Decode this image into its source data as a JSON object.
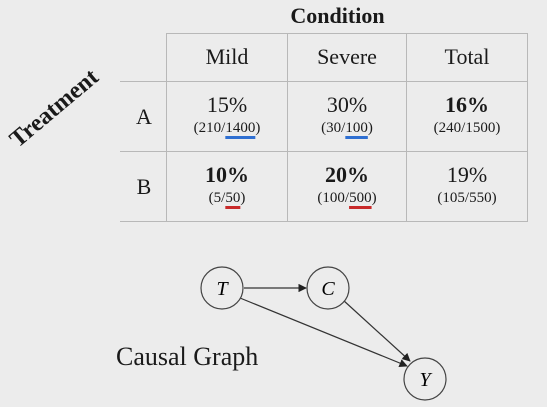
{
  "table": {
    "column_group": "Condition",
    "row_group": "Treatment",
    "columns": [
      "Mild",
      "Severe",
      "Total"
    ],
    "rows": [
      {
        "label": "A",
        "cells": [
          {
            "pct": "15%",
            "num": "210",
            "den": "1400"
          },
          {
            "pct": "30%",
            "num": "30",
            "den": "100"
          },
          {
            "pct": "16%",
            "num": "240",
            "den": "1500"
          }
        ]
      },
      {
        "label": "B",
        "cells": [
          {
            "pct": "10%",
            "num": "5",
            "den": "50"
          },
          {
            "pct": "20%",
            "num": "100",
            "den": "500"
          },
          {
            "pct": "19%",
            "num": "105",
            "den": "550"
          }
        ]
      }
    ]
  },
  "graph": {
    "label": "Causal Graph",
    "nodes": [
      "T",
      "C",
      "Y"
    ],
    "edges": [
      [
        "T",
        "C"
      ],
      [
        "T",
        "Y"
      ],
      [
        "C",
        "Y"
      ]
    ]
  },
  "colors": {
    "blue_underline": "#2f6fd1",
    "red_underline": "#c82a2a",
    "grid": "#b8b8b8"
  }
}
